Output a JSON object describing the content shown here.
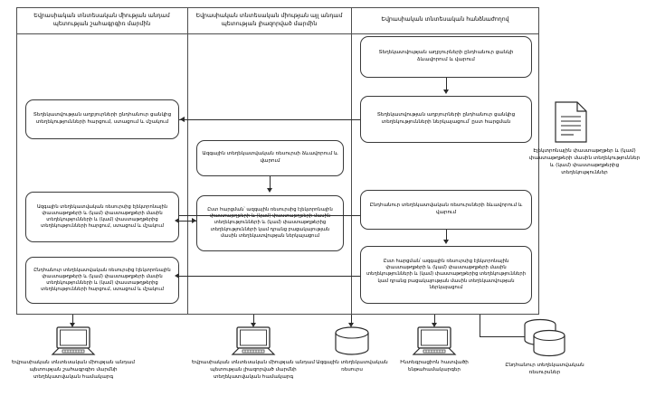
{
  "lanes": [
    {
      "id": "lane-member-state-body",
      "title": "Եվրասիական տնտեսական միության անդամ պետության շահագրգիռ մարմին"
    },
    {
      "id": "lane-member-state-integration",
      "title": "Եվրասիական տնտեսական միության այլ անդամ պետության լիազորված մարմին"
    },
    {
      "id": "lane-eurasian-commission",
      "title": "Եվրասիական տնտեսական հանձնաժողով"
    }
  ],
  "processes": {
    "left": [
      {
        "id": "proc-left-request-common-list",
        "text": "Տեղեկատվության աղբյուրների ընդհանուր ցանկից տեղեկությունների հարցում, ստացում և մշակում"
      },
      {
        "id": "proc-left-request-national-resource",
        "text": "Ազգային տեղեկատվական ռեսուրսից էլեկտրոնային փաստաթղթերի և (կամ) փաստաթղթերի մասին տեղեկությունների և (կամ) փաստաթղթերից տեղեկությունների հարցում, ստացում և մշակում"
      },
      {
        "id": "proc-left-request-common-resource",
        "text": "Ընդհանուր տեղեկատվական ռեսուրսից էլեկտրոնային փաստաթղթերի և (կամ) փաստաթղթերի մասին տեղեկությունների և (կամ) փաստաթղթերից տեղեկությունների հարցում, ստացում և մշակում"
      }
    ],
    "middle": [
      {
        "id": "proc-mid-national-resource-maintain",
        "text": "Ազգային տեղեկատվական ռեսուրսի ձևավորում և վարում"
      },
      {
        "id": "proc-mid-provide-on-request",
        "text": "Ըստ հարցման՝ ազգային ռեսուրսից էլեկտրոնային փաստաթղթերի և (կամ) փաստաթղթերի մասին տեղեկությունների և (կամ) փաստաթղթերից տեղեկությունների կամ դրանց բացակայության մասին տեղեկատվության ներկայացում"
      }
    ],
    "right": [
      {
        "id": "proc-right-common-list-maintain",
        "text": "Տեղեկատվության աղբյուրների ընդհանուր ցանկի ձևավորում և վարում"
      },
      {
        "id": "proc-right-provide-from-list",
        "text": "Տեղեկատվության աղբյուրների ընդհանուր ցանկից տեղեկությունների ներկայացում՝ ըստ հարցման"
      },
      {
        "id": "proc-right-common-resources-maintain",
        "text": "Ընդհանուր տեղեկատվական ռեսուրսների ձևավորում և վարում"
      },
      {
        "id": "proc-right-provide-on-request",
        "text": "Ըստ հարցման՝ ազգային ռեսուրսից էլեկտրոնային փաստաթղթերի և (կամ) փաստաթղթերի մասին տեղեկությունների և (կամ) փաստաթղթերից տեղեկությունների կամ դրանց բացակայության մասին տեղեկատվության ներկայացում"
      }
    ]
  },
  "document_artifact": {
    "id": "artifact-electronic-documents",
    "icon": "document-icon",
    "caption": "Էլեկտրոնային փաստաթղթեր և (կամ) փաստաթղթերի մասին տեղեկություններ և (կամ) փաստաթղթերից տեղեկություններ"
  },
  "nodes": [
    {
      "id": "node-member-state-body-is",
      "icon": "computer-icon",
      "caption": "Եվրասիական տնտեսական միության անդամ պետության շահագրգիռ մարմնի տեղեկատվական համակարգ"
    },
    {
      "id": "node-member-state-authorized-is",
      "icon": "computer-icon",
      "caption": "Եվրասիական տնտեսական միության անդամ պետության լիազորված մարմնի տեղեկատվական համակարգ"
    },
    {
      "id": "node-national-information-resource",
      "icon": "database-icon",
      "caption": "Ազգային տեղեկատվական ռեսուրս"
    },
    {
      "id": "node-integration-segment-subsystems",
      "icon": "computer-icon",
      "caption": "Ինտեգրացիոն հատվածի ենթահամակարգեր"
    },
    {
      "id": "node-common-information-resources",
      "icon": "database-stack-icon",
      "caption": "Ընդհանուր տեղեկատվական ռեսուրսներ"
    }
  ],
  "colors": {
    "line": "#2b2b2b",
    "frame": "#4d4d4d",
    "box_border": "#3a3a3a",
    "background": "#ffffff"
  }
}
